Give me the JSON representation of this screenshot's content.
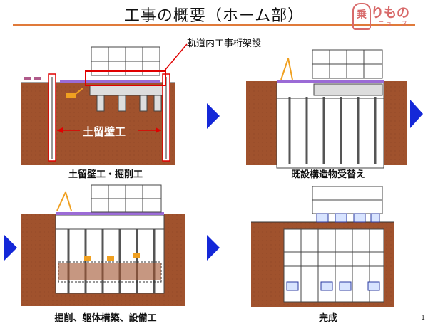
{
  "title": "工事の概要（ホーム部）",
  "logo": {
    "main": "りもの",
    "sub": "ニュース",
    "mark": "乗"
  },
  "callout": "軌道内工事桁架設",
  "annotation": "土留壁工",
  "captions": {
    "step1": "土留壁工・掘削工",
    "step2": "既設構造物受替え",
    "step3": "掘削、躯体構築、設備工",
    "step4": "完成"
  },
  "page_number": "1",
  "colors": {
    "earth": "#a0522d",
    "earth_dark": "#7a3d1e",
    "structure": "#555555",
    "track": "#9b6bd6",
    "arrow": "#1428d8",
    "callout": "#e00000",
    "excavator": "#f0a020"
  }
}
